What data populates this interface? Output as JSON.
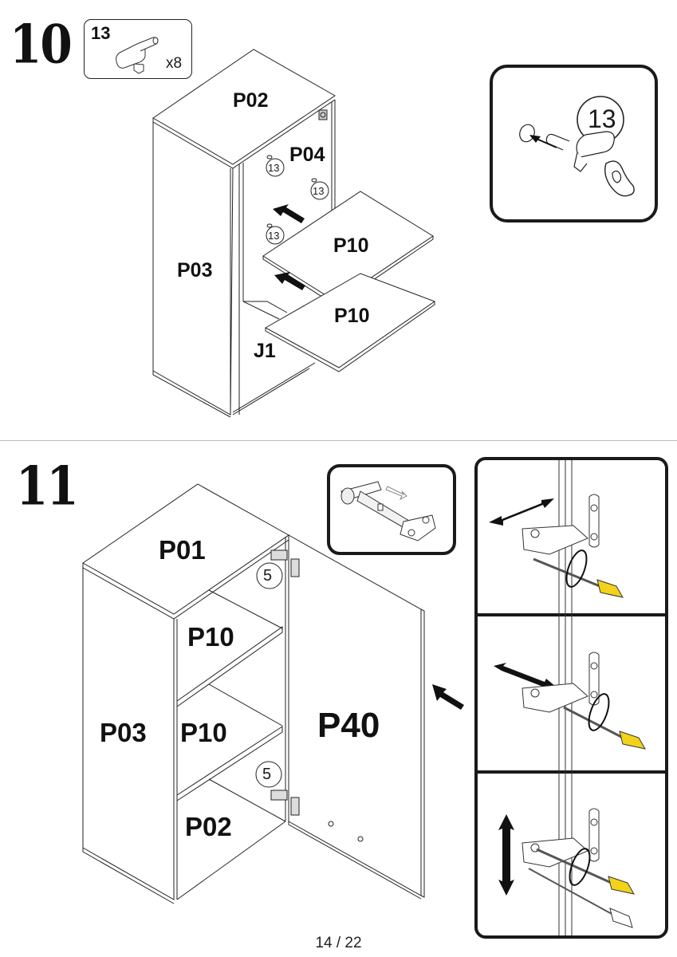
{
  "page": {
    "current": "14",
    "total": "22",
    "label": "14 / 22"
  },
  "step10": {
    "number": "10",
    "parts_box": {
      "part_id": "13",
      "quantity": "x8",
      "icon": "shelf-support-pin-icon"
    },
    "labels": {
      "top": "P02",
      "side": "P03",
      "back": "P04",
      "shelf_upper": "P10",
      "shelf_lower": "P10",
      "bottom": "J1"
    },
    "pin_callouts": [
      "13",
      "13",
      "13"
    ],
    "detail": {
      "part_id": "13",
      "icon": "insert-shelf-pin-detail-icon"
    }
  },
  "step11": {
    "number": "11",
    "labels": {
      "top": "P01",
      "side": "P03",
      "shelf_upper": "P10",
      "shelf_lower": "P10",
      "bottom": "P02",
      "door": "P40"
    },
    "hinge_callouts": [
      "5",
      "5"
    ],
    "hinge_detail_icon": "hinge-slide-on-icon",
    "adjust_panels": [
      {
        "icon": "hinge-depth-adjust-icon"
      },
      {
        "icon": "hinge-side-adjust-icon"
      },
      {
        "icon": "hinge-height-adjust-icon"
      }
    ],
    "accent": {
      "screwdriver_handle": "#f2d21b"
    }
  }
}
